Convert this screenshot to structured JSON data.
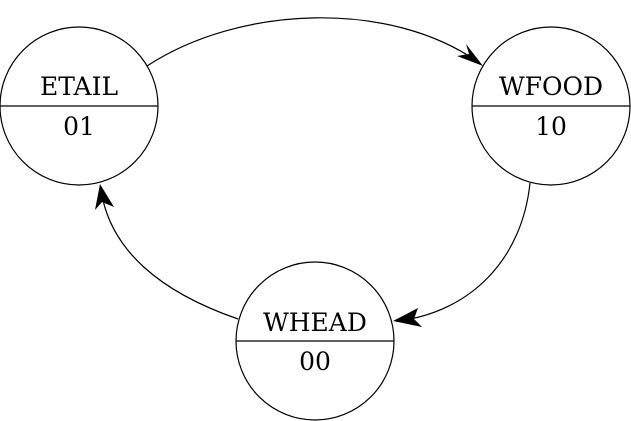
{
  "diagram": {
    "type": "state-machine",
    "states": [
      {
        "id": "etail",
        "name": "ETAIL",
        "code": "01"
      },
      {
        "id": "wfood",
        "name": "WFOOD",
        "code": "10"
      },
      {
        "id": "whead",
        "name": "WHEAD",
        "code": "00"
      }
    ],
    "transitions": [
      {
        "from": "etail",
        "to": "wfood"
      },
      {
        "from": "wfood",
        "to": "whead"
      },
      {
        "from": "whead",
        "to": "etail"
      }
    ]
  }
}
